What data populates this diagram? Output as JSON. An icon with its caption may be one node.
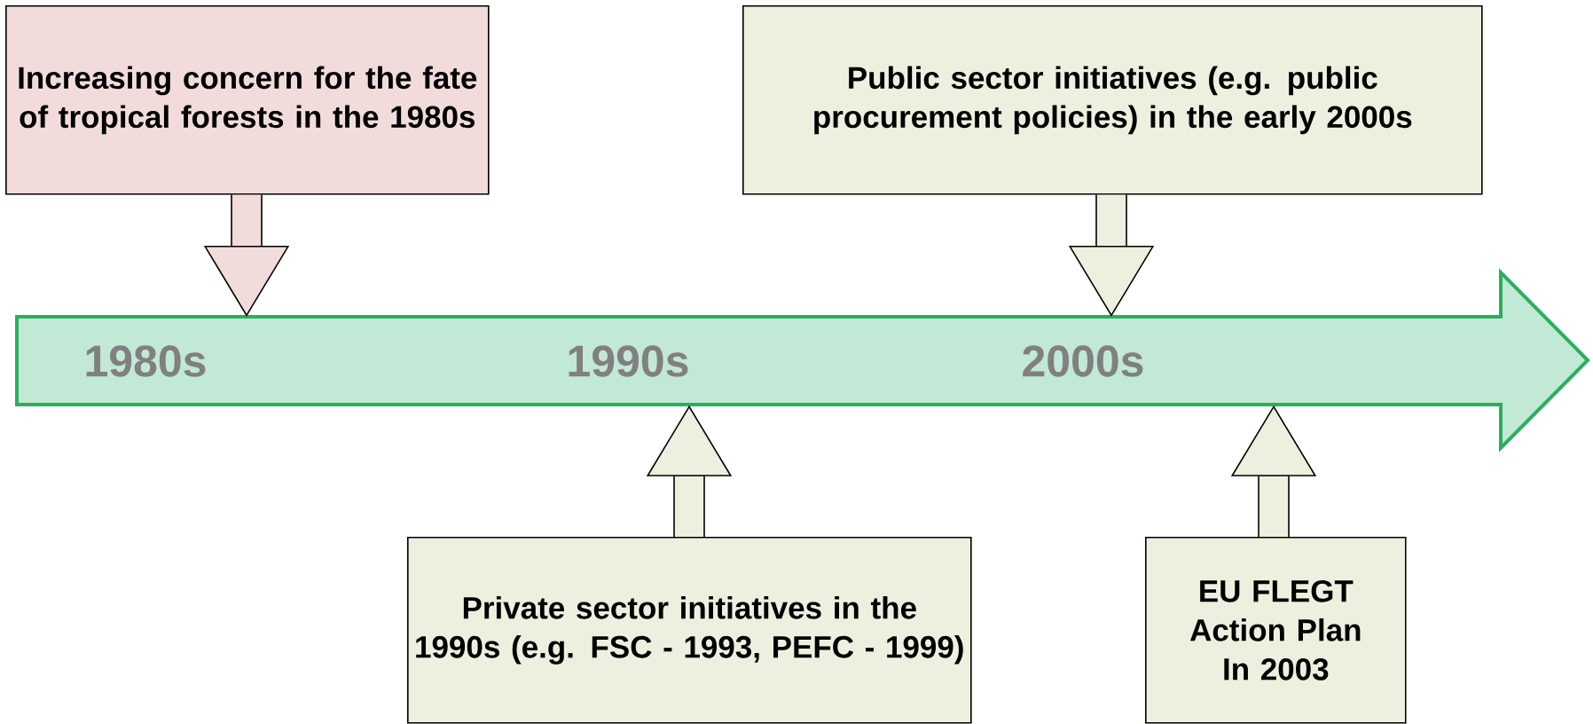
{
  "diagram": {
    "nodes": [
      {
        "text": [
          "Increasing concern for the fate of tropical forests in the 1980s"
        ]
      },
      {
        "text": [
          "Public sector initiatives (e.g. public procurement policies) in the early 2000s"
        ]
      },
      {
        "text": [
          "1980s",
          "1990s",
          "2000s"
        ]
      },
      {
        "text": [
          "Private sector initiatives in the 1990s (e.g. FSC - 1993, PEFC - 1999)"
        ]
      },
      {
        "text": [
          "EU FLEGT Action Plan In 2003"
        ]
      }
    ],
    "edges": [
      {
        "from": 0,
        "to": 2,
        "arrow": "to"
      },
      {
        "from": 1,
        "to": 2,
        "arrow": "to"
      },
      {
        "from": 3,
        "to": 2,
        "arrow": "to"
      },
      {
        "from": 4,
        "to": 2,
        "arrow": "to"
      }
    ]
  }
}
